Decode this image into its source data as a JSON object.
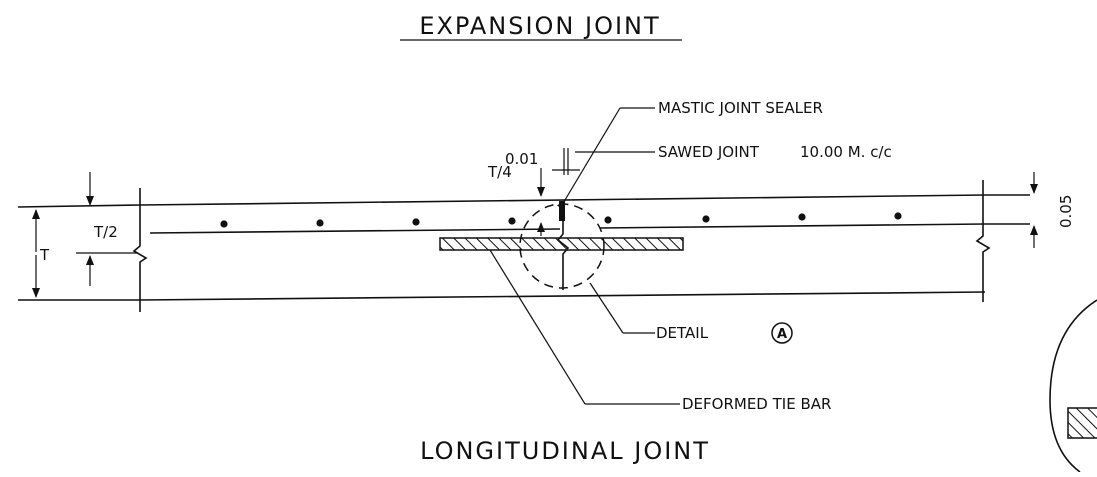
{
  "titles": {
    "top": "EXPANSION JOINT",
    "bottom": "LONGITUDINAL JOINT"
  },
  "labels": {
    "mastic": "MASTIC JOINT SEALER",
    "sawed": "SAWED JOINT",
    "sawed_spacing": "10.00 M. c/c",
    "detail": "DETAIL",
    "detail_marker": "A",
    "tie_bar": "DEFORMED TIE BAR"
  },
  "dimensions": {
    "gap": "0.01",
    "quarter_depth": "T/4",
    "half_depth": "T/2",
    "thickness": "T",
    "right_offset": "0.05"
  },
  "colors": {
    "ink": "#111111",
    "background": "#ffffff"
  }
}
